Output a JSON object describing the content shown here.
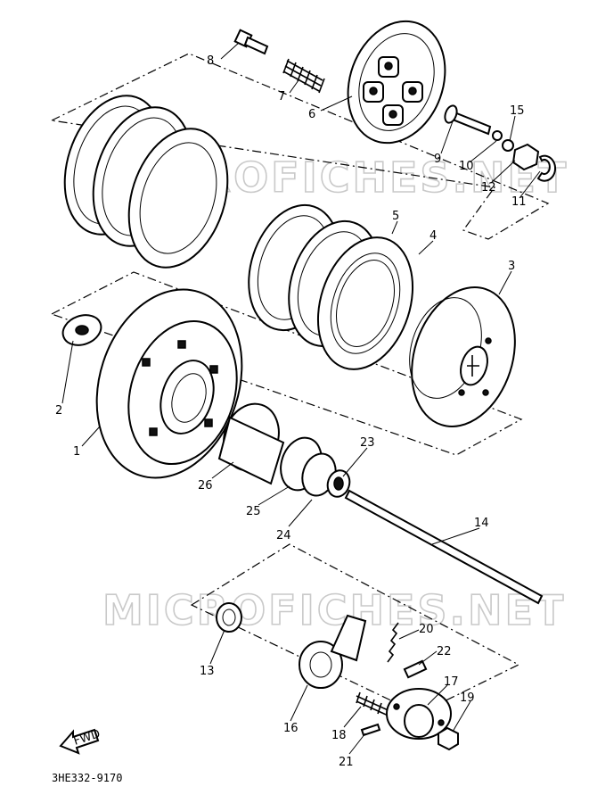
{
  "diagram": {
    "watermark": "MICROFICHES.NET",
    "drawing_code": "3HE332-9170",
    "fwd_label": "FWD",
    "callouts": [
      "1",
      "2",
      "3",
      "4",
      "5",
      "6",
      "7",
      "8",
      "9",
      "10",
      "11",
      "12",
      "13",
      "14",
      "15",
      "16",
      "17",
      "18",
      "19",
      "20",
      "21",
      "22",
      "23",
      "24",
      "25",
      "26"
    ]
  }
}
